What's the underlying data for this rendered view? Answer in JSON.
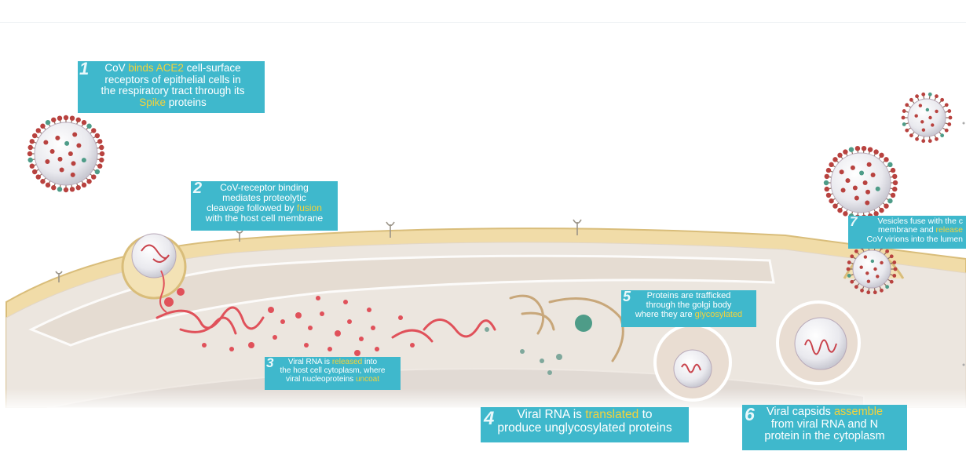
{
  "colors": {
    "callout_bg": "#3fb8cc",
    "highlight": "#f5d23a",
    "membrane": "#f1dca8",
    "cytoplasm": "#ece6df",
    "viral_rna": "#e0515a",
    "spike": "#b8423f"
  },
  "steps": [
    {
      "number": "1",
      "lines": [
        [
          "CoV ",
          {
            "hl": "binds ACE2"
          },
          " cell-surface"
        ],
        [
          "receptors of epithelial cells in"
        ],
        [
          "the respiratory tract through its"
        ],
        [
          {
            "hl": "Spike"
          },
          " proteins"
        ]
      ]
    },
    {
      "number": "2",
      "lines": [
        [
          "CoV-receptor binding"
        ],
        [
          "mediates proteolytic"
        ],
        [
          "cleavage followed by ",
          {
            "hl": "fusion"
          }
        ],
        [
          "with the host cell membrane"
        ]
      ]
    },
    {
      "number": "3",
      "lines": [
        [
          "Viral RNA is ",
          {
            "hl": "released"
          },
          " into"
        ],
        [
          "the host cell cytoplasm, where"
        ],
        [
          "viral nucleoproteins ",
          {
            "hl": "uncoat"
          }
        ]
      ]
    },
    {
      "number": "4",
      "lines": [
        [
          "Viral RNA is ",
          {
            "hl": "translated"
          },
          " to"
        ],
        [
          "produce unglycosylated proteins"
        ]
      ]
    },
    {
      "number": "5",
      "lines": [
        [
          "Proteins are trafficked"
        ],
        [
          "through the golgi body"
        ],
        [
          "where they are ",
          {
            "hl": "glycosylated"
          }
        ]
      ]
    },
    {
      "number": "6",
      "lines": [
        [
          "Viral capsids ",
          {
            "hl": "assemble"
          }
        ],
        [
          "from viral RNA and N"
        ],
        [
          "protein in the cytoplasm"
        ]
      ]
    },
    {
      "number": "7",
      "lines": [
        [
          "Vesicles fuse with the c"
        ],
        [
          "membrane and ",
          {
            "hl": "release"
          }
        ],
        [
          "CoV virions into the lumen"
        ]
      ]
    }
  ]
}
